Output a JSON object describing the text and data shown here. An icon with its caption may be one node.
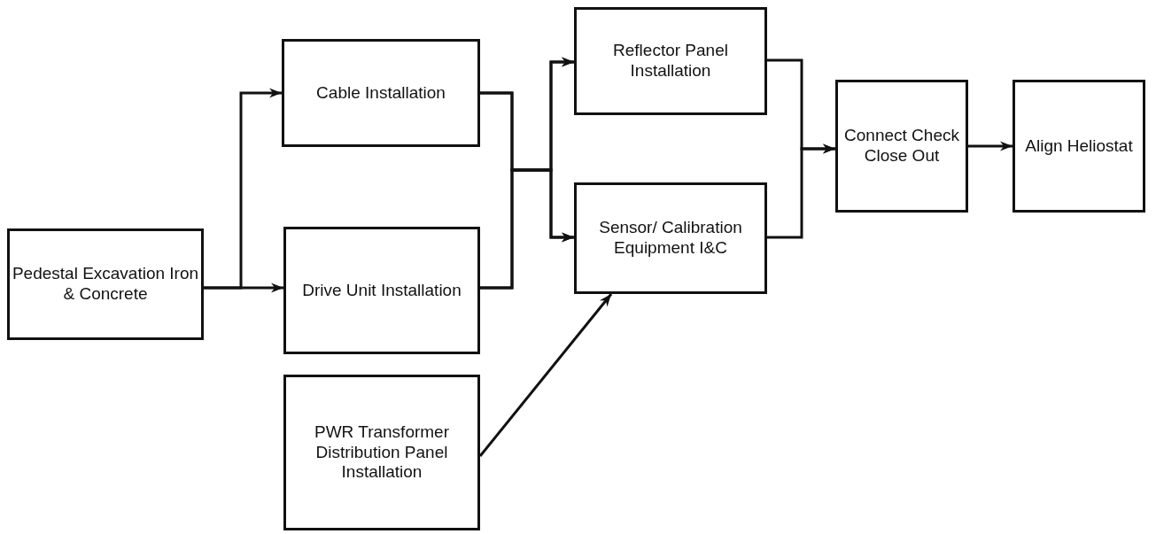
{
  "diagram": {
    "nodes": [
      {
        "text": [
          "Pedestal Excavation Iron & Concrete"
        ]
      },
      {
        "text": [
          "Cable Installation"
        ]
      },
      {
        "text": [
          "Drive Unit Installation"
        ]
      },
      {
        "text": [
          "Reflector Panel Installation"
        ]
      },
      {
        "text": [
          "Sensor/ Calibration Equipment I&C"
        ]
      },
      {
        "text": [
          "PWR Transformer Distribution Panel Installation"
        ]
      },
      {
        "text": [
          "Connect Check Close Out"
        ]
      },
      {
        "text": [
          "Align Heliostat"
        ]
      }
    ],
    "edges": [
      {
        "from": 0,
        "to": 1,
        "arrow": "to"
      },
      {
        "from": 0,
        "to": 2,
        "arrow": "to"
      },
      {
        "from": 1,
        "to": 3,
        "arrow": "to"
      },
      {
        "from": 1,
        "to": 4,
        "arrow": "to"
      },
      {
        "from": 2,
        "to": 3,
        "arrow": "to"
      },
      {
        "from": 2,
        "to": 4,
        "arrow": "to"
      },
      {
        "from": 5,
        "to": 4,
        "arrow": "to"
      },
      {
        "from": 3,
        "to": 6,
        "arrow": "to"
      },
      {
        "from": 4,
        "to": 6,
        "arrow": "to"
      },
      {
        "from": 6,
        "to": 7,
        "arrow": "to"
      }
    ]
  }
}
